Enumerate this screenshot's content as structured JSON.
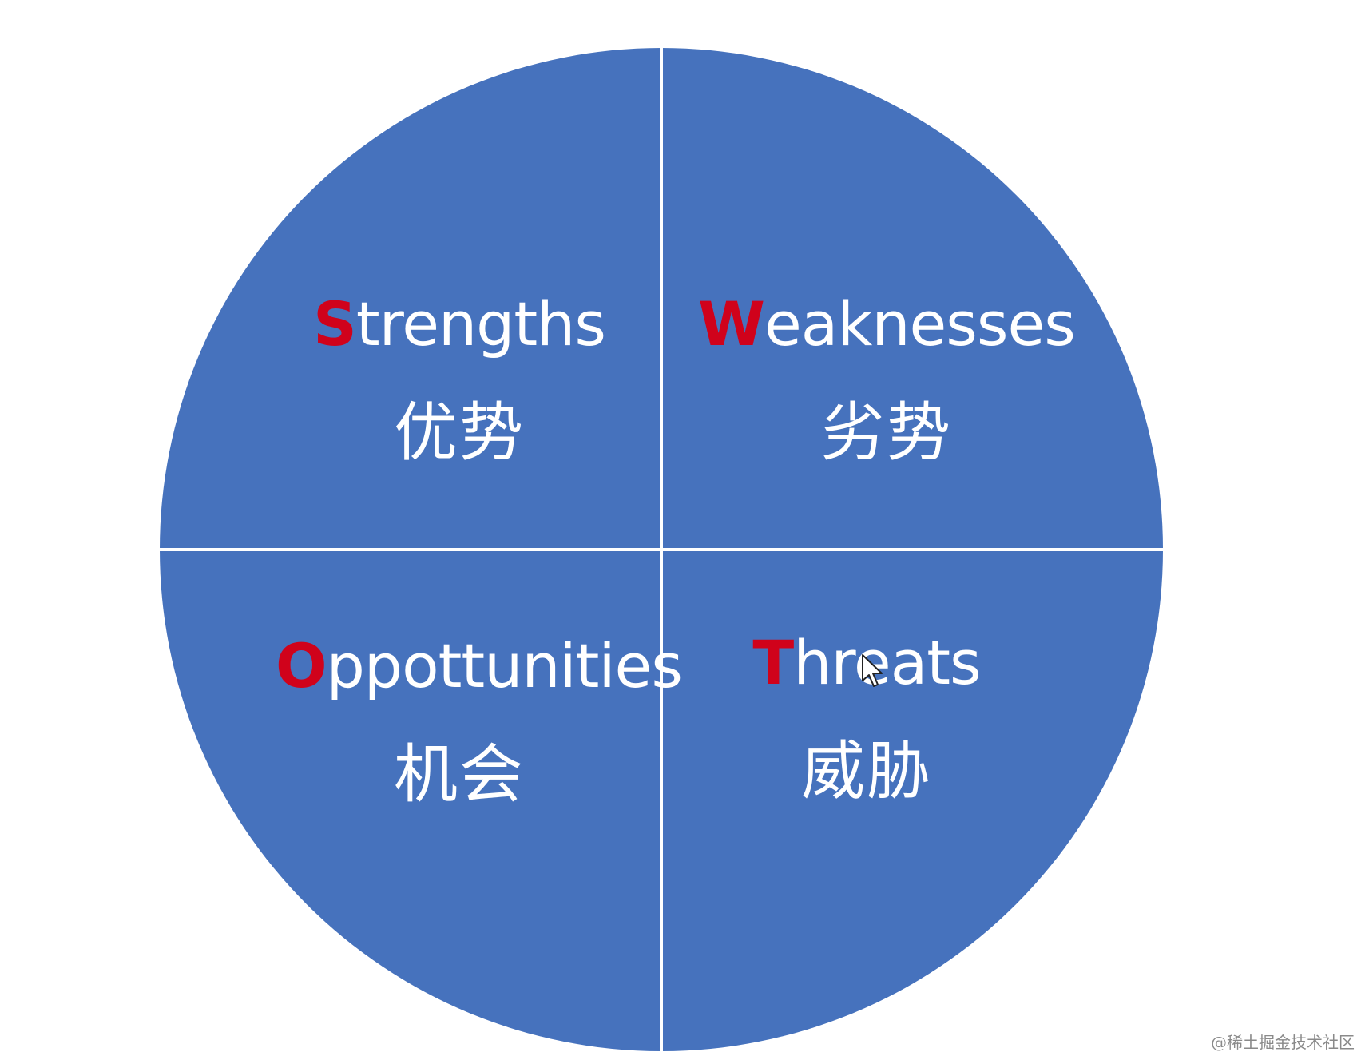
{
  "colors": {
    "quadrant_fill": "#4672BD",
    "divider": "#ffffff",
    "initial_letter": "#D0021B",
    "label_text": "#ffffff",
    "watermark": "#8a8a8a"
  },
  "quadrants": {
    "strengths": {
      "initial": "S",
      "rest": "trengths",
      "zh": "优势"
    },
    "weaknesses": {
      "initial": "W",
      "rest": "eaknesses",
      "zh": "劣势"
    },
    "opportunities": {
      "initial": "O",
      "rest": "ppottunities",
      "zh": "机会"
    },
    "threats": {
      "initial": "T",
      "rest": "hreats",
      "zh": "威胁"
    }
  },
  "cursor_icon": "mouse-pointer-icon",
  "watermark": "@稀土掘金技术社区"
}
